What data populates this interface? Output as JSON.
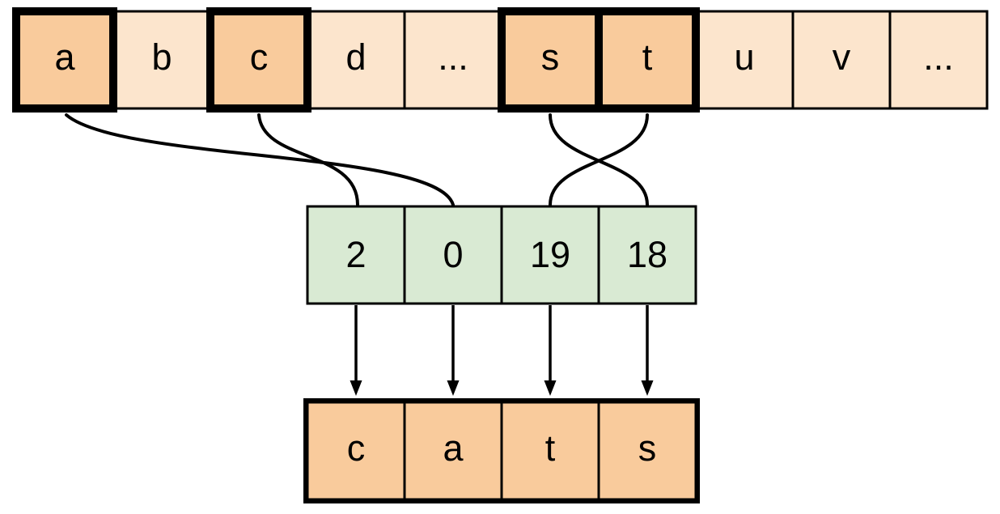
{
  "alphabet_row": {
    "cells": [
      {
        "label": "a",
        "highlighted": true
      },
      {
        "label": "b",
        "highlighted": false
      },
      {
        "label": "c",
        "highlighted": true
      },
      {
        "label": "d",
        "highlighted": false
      },
      {
        "label": "...",
        "highlighted": false
      },
      {
        "label": "s",
        "highlighted": true
      },
      {
        "label": "t",
        "highlighted": true
      },
      {
        "label": "u",
        "highlighted": false
      },
      {
        "label": "v",
        "highlighted": false
      },
      {
        "label": "...",
        "highlighted": false
      }
    ]
  },
  "index_row": {
    "cells": [
      {
        "label": "2"
      },
      {
        "label": "0"
      },
      {
        "label": "19"
      },
      {
        "label": "18"
      }
    ]
  },
  "output_row": {
    "cells": [
      {
        "label": "c"
      },
      {
        "label": "a"
      },
      {
        "label": "t"
      },
      {
        "label": "s"
      }
    ]
  },
  "mappings": [
    {
      "from_letter": "a",
      "to_index": "0"
    },
    {
      "from_letter": "c",
      "to_index": "2"
    },
    {
      "from_letter": "s",
      "to_index": "18"
    },
    {
      "from_letter": "t",
      "to_index": "19"
    }
  ],
  "colors": {
    "highlight_fill": "#f9cb9c",
    "base_fill": "#fce5cd",
    "index_fill": "#d9ead3",
    "stroke": "#000000",
    "background": "#ffffff"
  }
}
